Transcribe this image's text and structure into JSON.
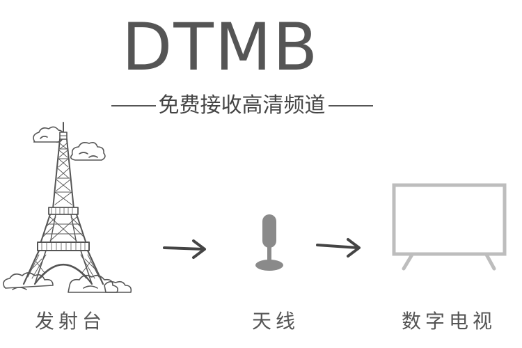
{
  "header": {
    "title": "DTMB",
    "subtitle": "免费接收高清频道"
  },
  "steps": [
    {
      "label": "发射台",
      "icon": "eiffel-tower-icon"
    },
    {
      "label": "天线",
      "icon": "antenna-icon"
    },
    {
      "label": "数字电视",
      "icon": "television-icon"
    }
  ],
  "colors": {
    "text": "#555555",
    "icon_gray": "#8a8a8a",
    "tv_frame": "#bdbdbd",
    "arrow": "#444444"
  }
}
